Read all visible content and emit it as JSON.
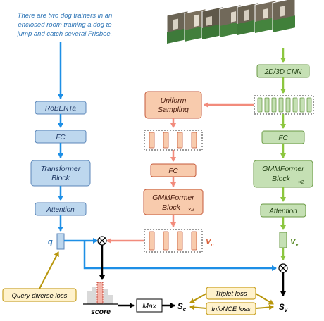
{
  "caption": {
    "line1": "There are two dog trainers in an",
    "line2": "enclosed room training a dog to",
    "line3": "jump and catch several Frisbee."
  },
  "text_branch": {
    "roberta": "RoBERTa",
    "fc": "FC",
    "transformer_line1": "Transformer",
    "transformer_line2": "Block",
    "attention": "Attention",
    "q_label": "q"
  },
  "clip_branch": {
    "uniform_line1": "Uniform",
    "uniform_line2": "Sampling",
    "fc": "FC",
    "gmm_line1": "GMMFormer",
    "gmm_line2": "Block",
    "gmm_mult": "×2",
    "vc_label": "V",
    "vc_sub": "c"
  },
  "video_branch": {
    "cnn": "2D/3D CNN",
    "fc": "FC",
    "gmm_line1": "GMMFormer",
    "gmm_line2": "Block",
    "gmm_mult": "×2",
    "attention": "Attention",
    "vv_label": "V",
    "vv_sub": "v"
  },
  "losses": {
    "query_diverse": "Query diverse loss",
    "triplet": "Triplet loss",
    "infonce": "InfoNCE loss"
  },
  "output": {
    "score": "score",
    "max": "Max",
    "sc_label": "S",
    "sc_sub": "c",
    "sv_label": "S",
    "sv_sub": "v"
  },
  "colors": {
    "blue_arrow": "#1d8fe6",
    "green_arrow": "#8cc63f",
    "salmon_arrow": "#f28b7c",
    "text_box_fill": "#bdd7ee",
    "text_box_stroke": "#5b86b8",
    "clip_box_fill": "#f8cbad",
    "clip_box_stroke": "#c55a3a",
    "video_box_fill": "#c5e0b4",
    "video_box_stroke": "#6a9a45",
    "loss_fill": "#fff2cc",
    "loss_stroke": "#c9a227",
    "caption_text": "#2e75b6"
  }
}
